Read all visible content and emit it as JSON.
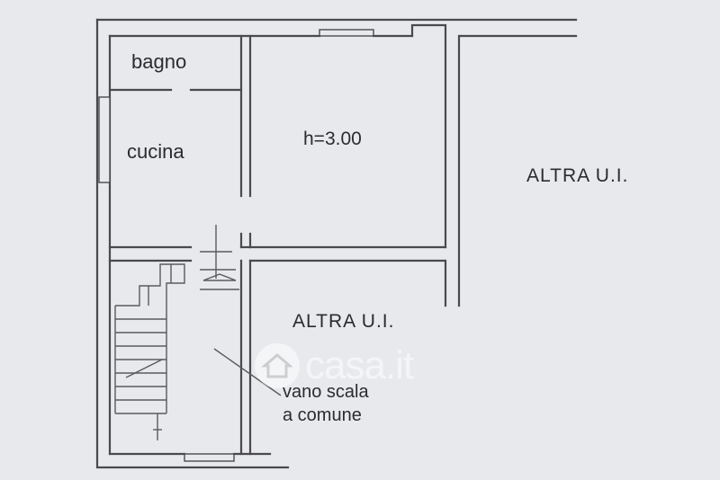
{
  "rooms": {
    "bagno": "bagno",
    "cucina": "cucina",
    "height": "h=3.00",
    "altra_right": "ALTRA U.I.",
    "altra_center": "ALTRA U.I.",
    "stair_note_line1": "vano scala",
    "stair_note_line2": "a comune"
  },
  "watermark": {
    "text": "casa.it",
    "icon": "house-icon"
  },
  "colors": {
    "background": "#e8e9ec",
    "wall": "#4a4a4e",
    "text": "#2b2b30"
  }
}
